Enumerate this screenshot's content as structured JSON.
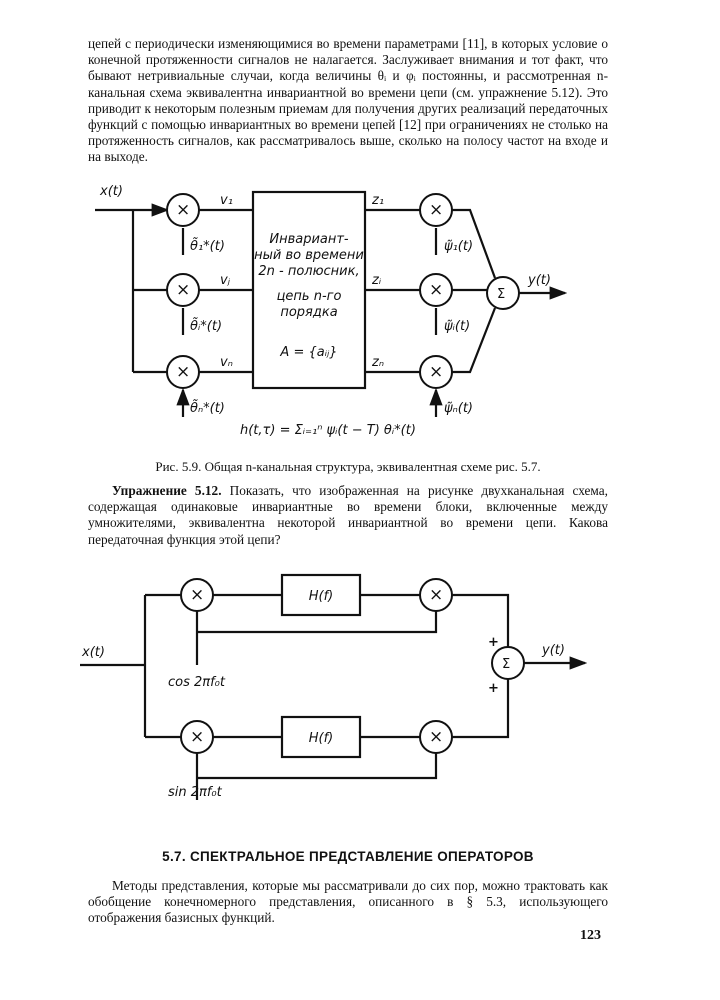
{
  "intro_paragraph": "цепей с периодически изменяющимися во времени параметрами [11], в которых условие о конечной протяженности сигналов не налагается. Заслуживает внимания и тот факт, что бывают нетривиальные случаи, когда величины θᵢ и φᵢ постоянны, и рассмотренная n-канальная схема эквивалентна инвариантной во времени цепи (см. упражнение 5.12). Это приводит к некоторым полезным приемам для получения других реализаций передаточных функций с помощью инвариантных во времени цепей [12] при ограничениях не столько на протяженность сигналов, как рассматривалось выше, сколько на полосу частот на входе и на выходе.",
  "figure1": {
    "input": "x(t)",
    "output": "y(t)",
    "v": [
      "v₁",
      "vⱼ",
      "vₙ"
    ],
    "z": [
      "z₁",
      "zᵢ",
      "zₙ"
    ],
    "theta": [
      "θ̃₁*(t)",
      "θ̃ᵢ*(t)",
      "θ̃ₙ*(t)"
    ],
    "psi": [
      "ψ̃₁(t)",
      "ψ̃ᵢ(t)",
      "ψ̃ₙ(t)"
    ],
    "box_lines": [
      "Инвариант-",
      "ный во времени",
      "2n - полюсник,",
      "цепь n-го",
      "порядка",
      "A = {aᵢⱼ}"
    ],
    "formula": "h(t,τ) = Σᵢ₌₁ⁿ ψᵢ(t − T) θᵢ*(t)",
    "multiply_symbol": "×",
    "sum_symbol": "Σ",
    "caption": "Рис. 5.9. Общая n-канальная структура, эквивалентная схеме рис. 5.7."
  },
  "exercise": {
    "label": "Упражнение 5.12.",
    "text": " Показать, что изображенная на рисунке двухканальная схема, содержащая одинаковые инвариантные во времени блоки, включенные между умножителями, эквивалентна некоторой инвариантной во времени цепи. Какова передаточная функция этой цепи?"
  },
  "figure2": {
    "input": "x(t)",
    "output": "y(t)",
    "block": "H(f)",
    "cos": "cos 2πf₀t",
    "sin": "sin 2πf₀t",
    "plus": "+"
  },
  "section_heading": "5.7. СПЕКТРАЛЬНОЕ ПРЕДСТАВЛЕНИЕ ОПЕРАТОРОВ",
  "final_paragraph": "Методы представления, которые мы рассматривали до сих пор, можно трактовать как обобщение конечномерного представления, описанного в § 5.3, использующего отображения базисных функций.",
  "page_number": "123"
}
